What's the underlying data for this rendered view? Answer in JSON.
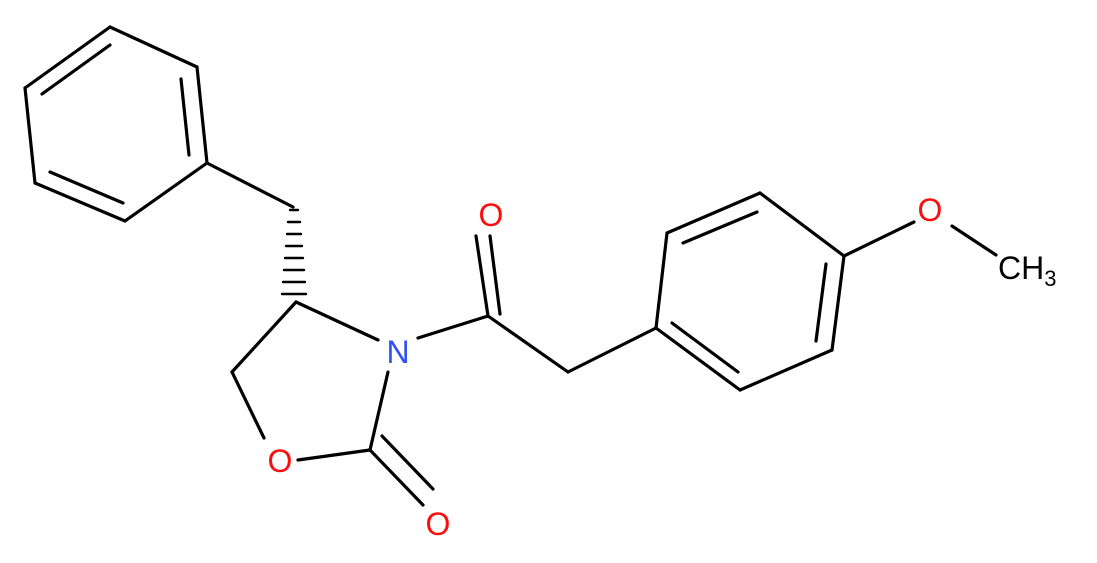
{
  "colors": {
    "bond": "#000000",
    "oxygen": "#ff0d0d",
    "nitrogen": "#3050f8",
    "carbon_label": "#000000",
    "background": "#ffffff"
  },
  "atoms": {
    "n_label": "N",
    "o_ring_label": "O",
    "o_ring_carbonyl_label": "O",
    "o_acyl_label": "O",
    "o_methoxy_label": "O",
    "ch3_main": "CH",
    "ch3_sub": "3"
  }
}
